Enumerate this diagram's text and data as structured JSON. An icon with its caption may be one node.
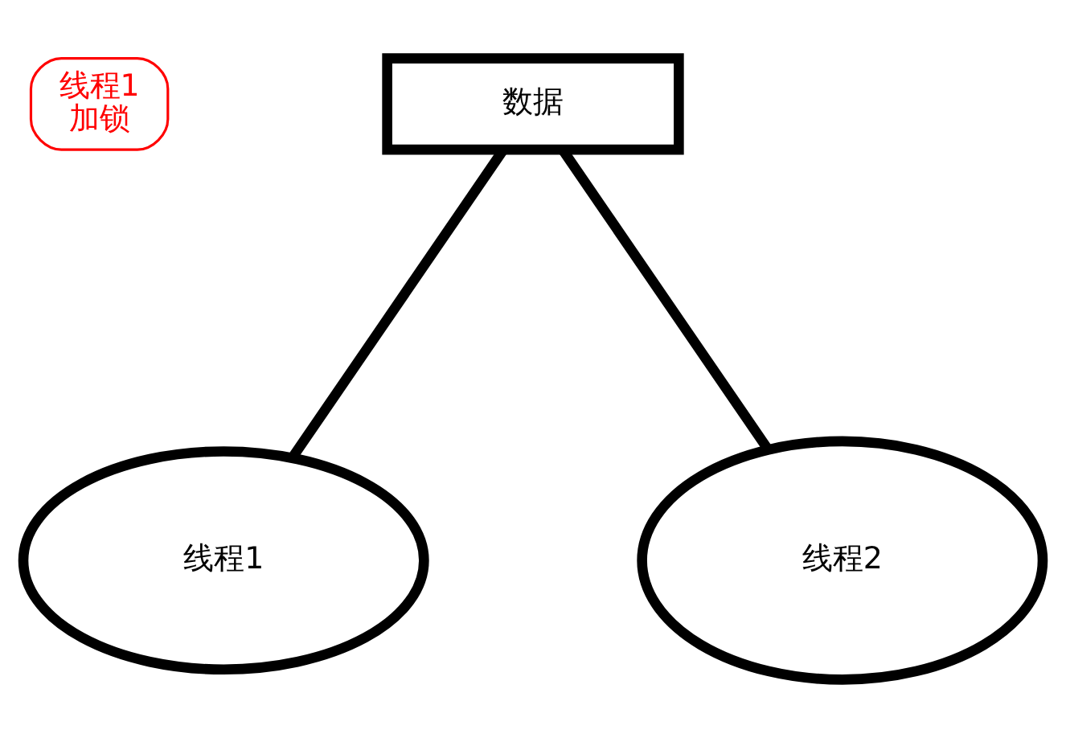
{
  "diagram": {
    "nodes": [
      {
        "text": [
          "线程1",
          "加锁"
        ]
      },
      {
        "text": [
          "数据"
        ]
      },
      {
        "text": [
          "线程1"
        ]
      },
      {
        "text": [
          "线程2"
        ]
      }
    ],
    "edges": [
      {
        "from": 1,
        "to": 2,
        "arrow": "none"
      },
      {
        "from": 1,
        "to": 3,
        "arrow": "none"
      }
    ]
  }
}
